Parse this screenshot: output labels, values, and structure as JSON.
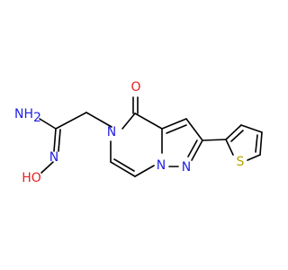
{
  "structure": {
    "atoms": {
      "nh2": {
        "text": "NH",
        "sub": "2",
        "color": "#1f1fe6"
      },
      "n_oxime": {
        "text": "N",
        "color": "#1f1fe6"
      },
      "hydroxyl": {
        "text": "HO",
        "color": "#e61f1f"
      },
      "carbonyl_o": {
        "text": "O",
        "color": "#e61f1f"
      },
      "n5": {
        "text": "N",
        "color": "#1f1fe6"
      },
      "n_bridge": {
        "text": "N",
        "color": "#1f1fe6"
      },
      "n1": {
        "text": "N",
        "color": "#1f1fe6"
      },
      "sulfur": {
        "text": "S",
        "color": "#b8a400"
      }
    },
    "bond_color": "#000000"
  }
}
